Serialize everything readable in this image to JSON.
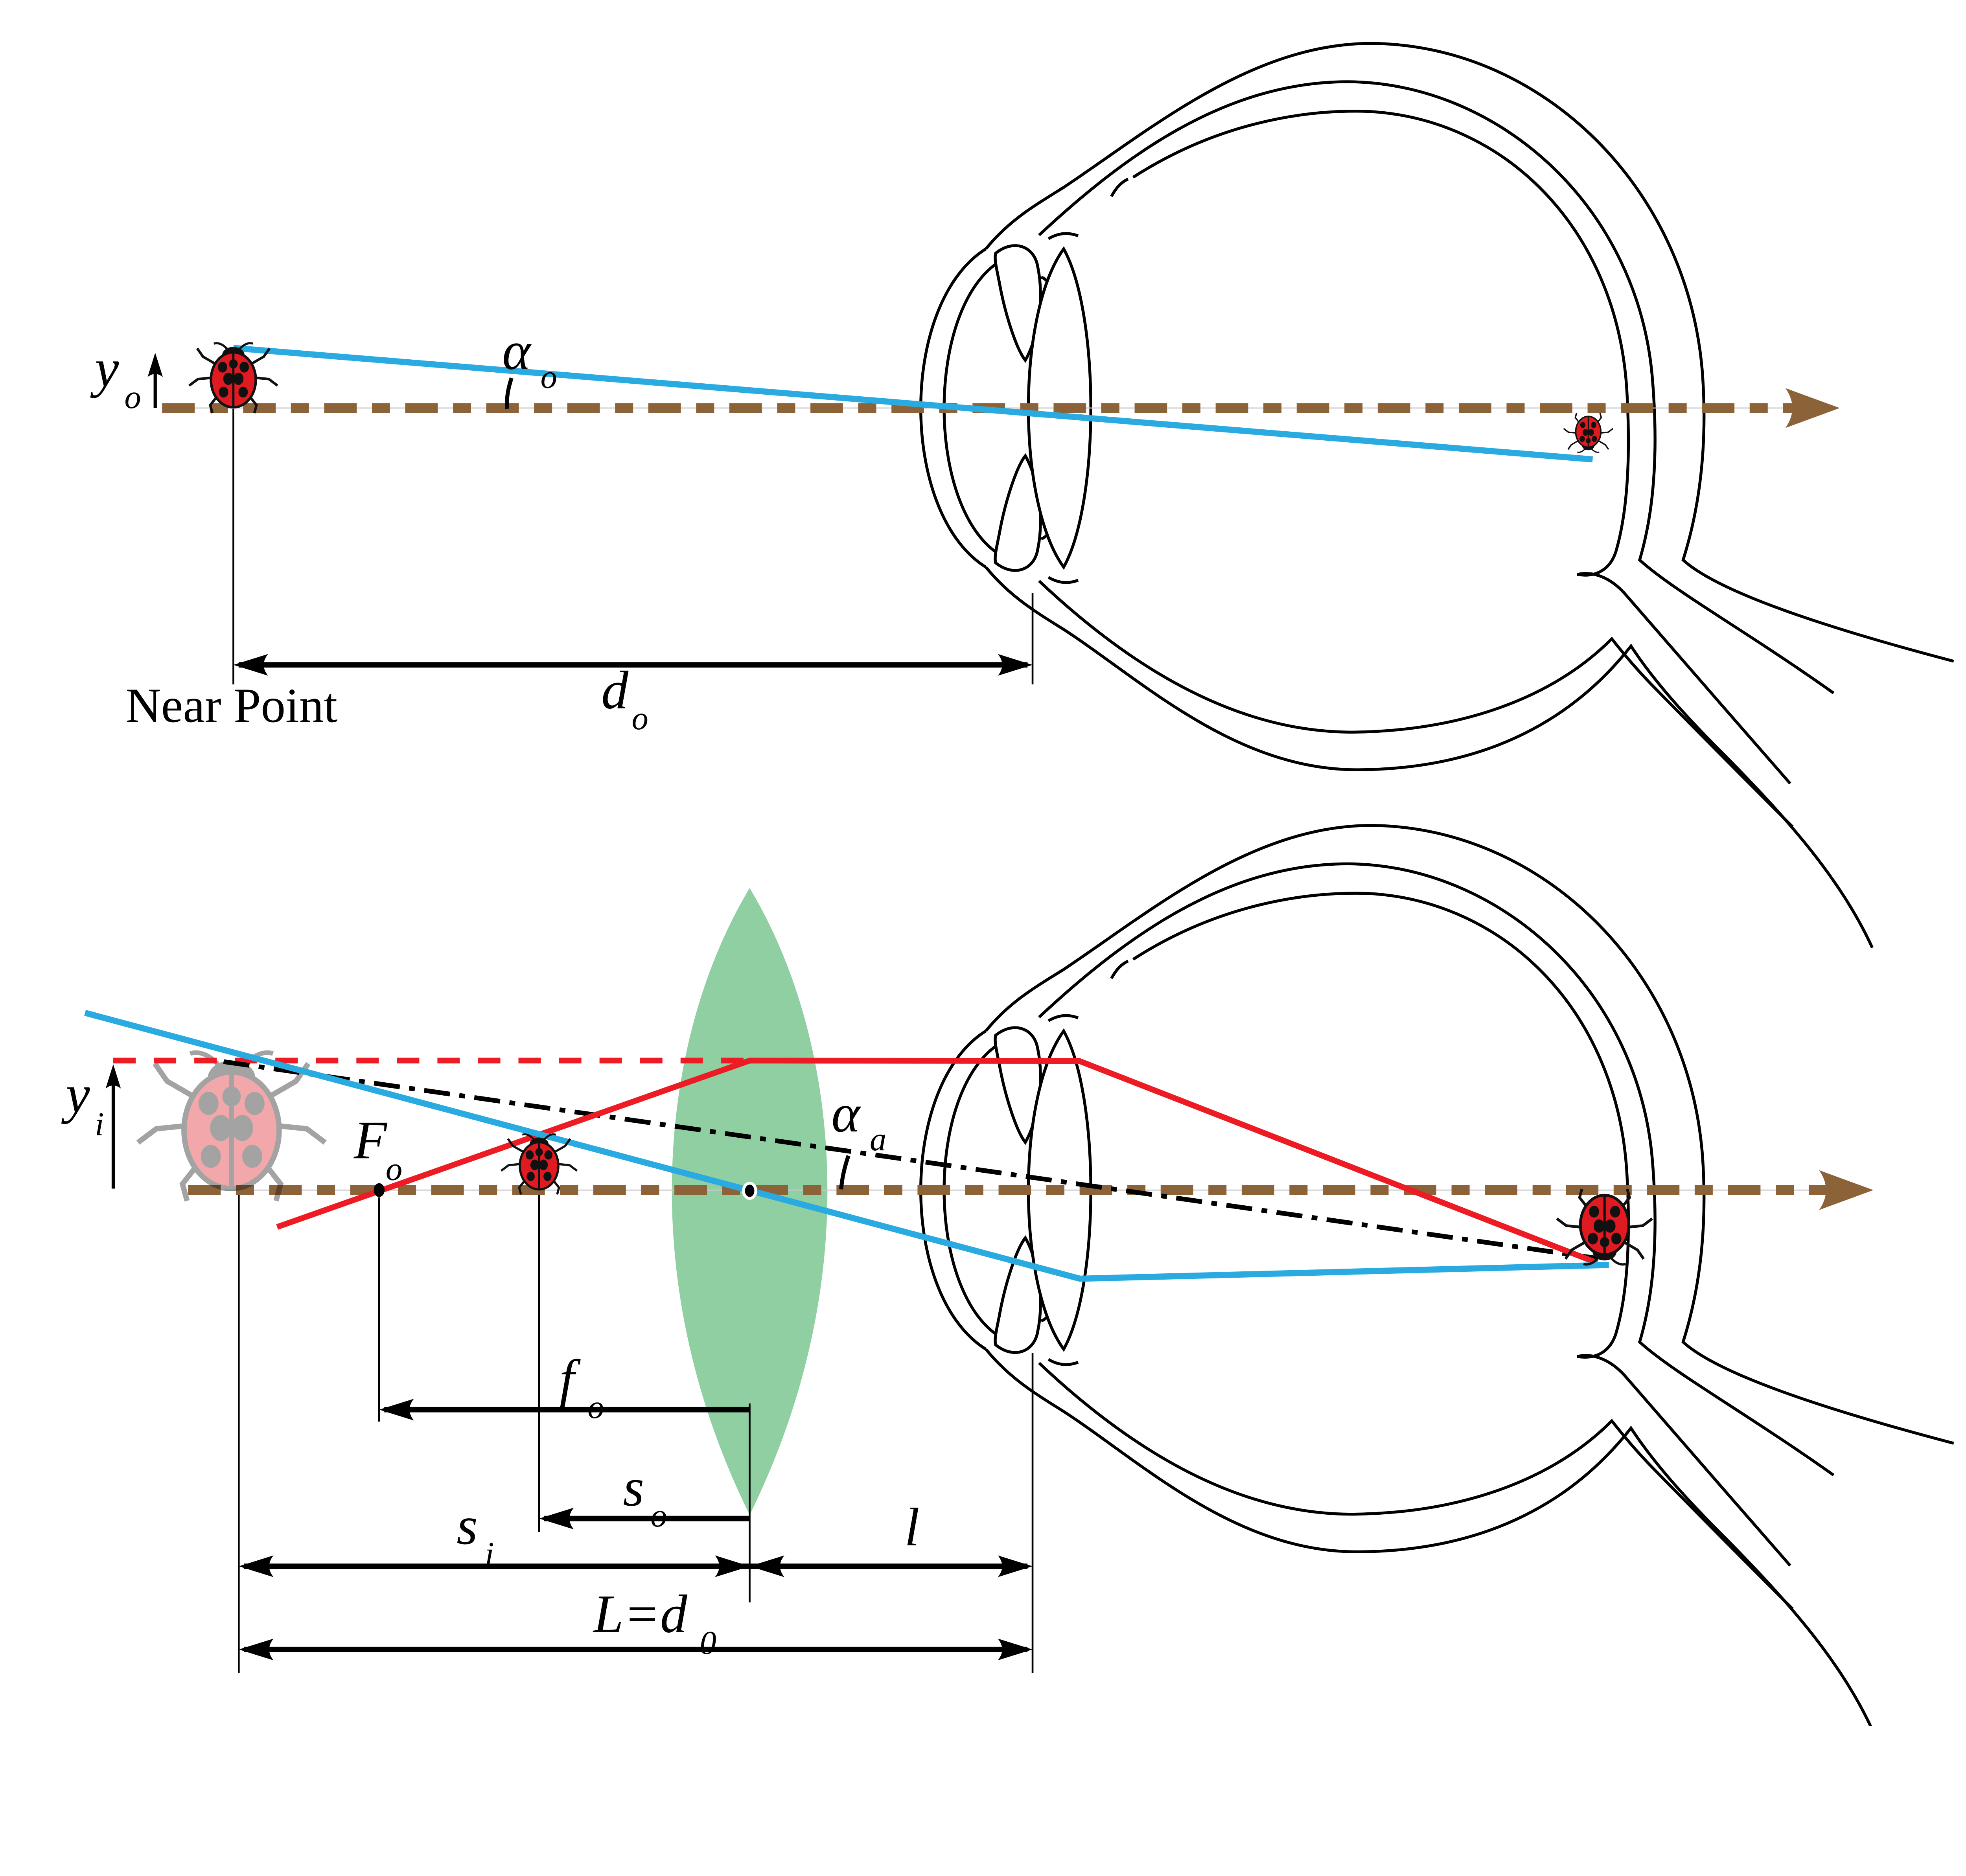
{
  "colors": {
    "ray_blue": "#29ABE2",
    "ray_red": "#ED1C24",
    "axis_brown": "#8C6239",
    "lens_green": "#8FCFA2",
    "ladybug_red": "#DF1A21",
    "line_black": "#000000"
  },
  "top_view": {
    "object_height_label": {
      "main": "y",
      "sub": "o"
    },
    "unaided_angle_label": {
      "main": "α",
      "sub": "o"
    },
    "near_point_label": "Near Point",
    "near_point_distance_label": {
      "main": "d",
      "sub": "o"
    }
  },
  "magnified_view": {
    "image_height_label": {
      "main": "y",
      "sub": "i"
    },
    "focal_point_label": {
      "main": "F",
      "sub": "o"
    },
    "aided_angle_label": {
      "main": "α",
      "sub": "a"
    },
    "focal_length_label": {
      "main": "f",
      "sub": "o"
    },
    "object_distance_label": {
      "main": "s",
      "sub": "o"
    },
    "image_distance_label": {
      "main": "s",
      "sub": "i"
    },
    "eye_relief_label": "l",
    "length_label": {
      "main": "L=d",
      "sub": "0"
    }
  }
}
